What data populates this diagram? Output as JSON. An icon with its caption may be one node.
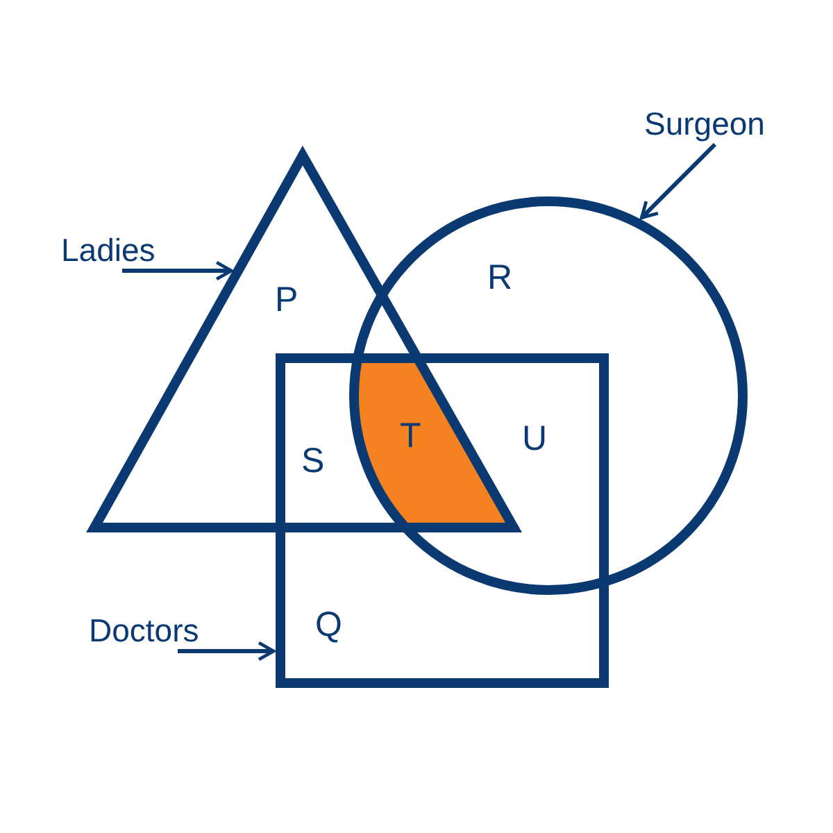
{
  "diagram": {
    "nodes": [
      {
        "text": [
          "Surgeon"
        ]
      },
      {
        "text": [
          "Ladies"
        ]
      },
      {
        "text": [
          "Doctors"
        ]
      },
      {
        "text": [],
        "shape": "triangle"
      },
      {
        "text": [],
        "shape": "circle"
      },
      {
        "text": [],
        "shape": "box"
      }
    ],
    "edges": [
      {
        "from": 0,
        "to": 4,
        "arrow": "to"
      },
      {
        "from": 1,
        "to": 3,
        "arrow": "to"
      },
      {
        "from": 2,
        "to": 5,
        "arrow": "to"
      }
    ],
    "labels": [
      "R",
      "P",
      "T",
      "U",
      "S",
      "Q"
    ]
  }
}
